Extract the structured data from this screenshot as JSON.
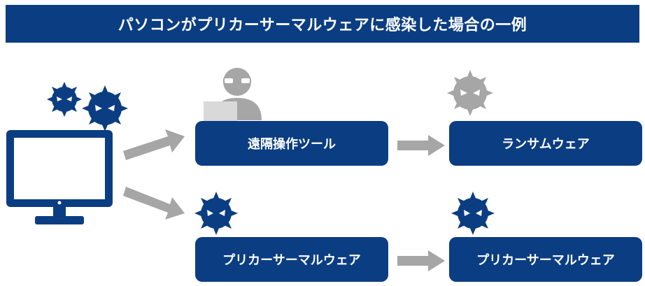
{
  "banner": {
    "title": "パソコンがプリカーサーマルウェアに感染した場合の一例"
  },
  "nodes": {
    "remote_tool": "遠隔操作ツール",
    "ransomware": "ランサムウェア",
    "precursor_1": "プリカーサーマルウェア",
    "precursor_2": "プリカーサーマルウェア"
  },
  "colors": {
    "primary": "#0b3d82",
    "arrow": "#a6a6a6",
    "icon_gray": "#a6a6a6",
    "laptop_gray": "#d9d9d9"
  }
}
